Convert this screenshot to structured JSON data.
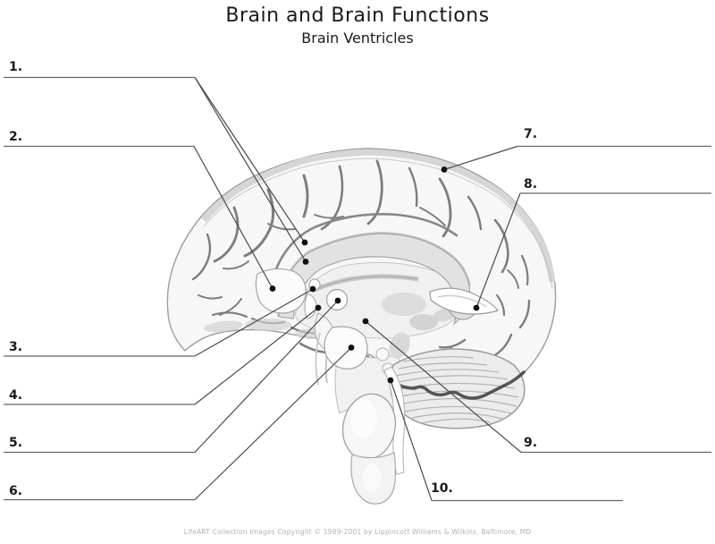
{
  "title": "Brain and Brain Functions",
  "subtitle": "Brain Ventricles",
  "labels": [
    {
      "num": "1."
    },
    {
      "num": "2."
    },
    {
      "num": "3."
    },
    {
      "num": "4."
    },
    {
      "num": "5."
    },
    {
      "num": "6."
    },
    {
      "num": "7."
    },
    {
      "num": "8."
    },
    {
      "num": "9."
    },
    {
      "num": "10."
    }
  ],
  "footer": "LifeART Collection Images Copyright © 1989-2001 by Lippincott Williams & Wilkins, Baltimore, MD",
  "colors": {
    "leader_line": "#4a4a4a",
    "answer_blank_line": "#666666",
    "pointer_dot": "#111111",
    "label_text": "#1a1a1a",
    "footer_text": "#b1b1b1"
  }
}
